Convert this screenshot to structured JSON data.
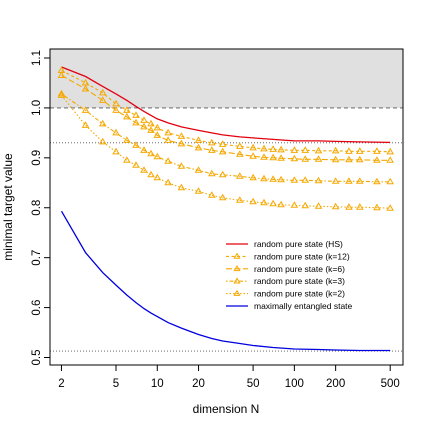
{
  "chart_data": {
    "type": "line",
    "xlabel": "dimension N",
    "ylabel": "minimal target value",
    "x_scale": "log",
    "xlim": [
      1.65,
      620
    ],
    "ylim": [
      0.485,
      1.118
    ],
    "x_ticks": [
      2,
      5,
      10,
      20,
      50,
      100,
      200,
      500
    ],
    "y_ticks": [
      0.5,
      0.6,
      0.7,
      0.8,
      0.9,
      1.0,
      1.1
    ],
    "y_tick_labels": [
      "0.5",
      "0.6",
      "0.7",
      "0.8",
      "0.9",
      "1.0",
      "1.1"
    ],
    "shaded_region": {
      "y_from": 1.0,
      "y_to": 1.118,
      "color": "#e0e0e0"
    },
    "reference_lines": [
      {
        "y": 1.0,
        "style": "dashed",
        "color": "#555555"
      },
      {
        "y": 0.93,
        "style": "dotted",
        "color": "#555555"
      },
      {
        "y": 0.513,
        "style": "dotted",
        "color": "#555555"
      }
    ],
    "legend_position": "center-right",
    "series": [
      {
        "name": "random pure state (HS)",
        "color": "#e3000f",
        "style": "solid",
        "marker": "none",
        "x": [
          2,
          3,
          4,
          5,
          6,
          7,
          8,
          9,
          10,
          12,
          15,
          20,
          25,
          30,
          40,
          50,
          70,
          100,
          150,
          200,
          300,
          500
        ],
        "y": [
          1.082,
          1.063,
          1.043,
          1.028,
          1.015,
          1.003,
          0.993,
          0.985,
          0.978,
          0.97,
          0.962,
          0.955,
          0.95,
          0.946,
          0.942,
          0.94,
          0.937,
          0.934,
          0.934,
          0.933,
          0.932,
          0.931
        ]
      },
      {
        "name": "random pure state (k=12)",
        "color": "#f5a800",
        "style": "dashed",
        "marker": "triangle",
        "x": [
          2,
          3,
          4,
          5,
          6,
          7,
          8,
          9,
          10,
          12,
          15,
          20,
          25,
          30,
          40,
          50,
          60,
          70,
          80,
          100,
          120,
          150,
          200,
          250,
          300,
          400,
          500
        ],
        "y": [
          1.075,
          1.05,
          1.03,
          1.008,
          0.995,
          0.985,
          0.975,
          0.968,
          0.96,
          0.95,
          0.943,
          0.935,
          0.93,
          0.927,
          0.923,
          0.92,
          0.918,
          0.917,
          0.916,
          0.915,
          0.915,
          0.914,
          0.914,
          0.913,
          0.913,
          0.913,
          0.912
        ]
      },
      {
        "name": "random pure state (k=6)",
        "color": "#f5a800",
        "style": "longdash",
        "marker": "triangle",
        "x": [
          2,
          3,
          4,
          5,
          6,
          7,
          8,
          9,
          10,
          12,
          15,
          20,
          25,
          30,
          40,
          50,
          60,
          70,
          80,
          100,
          120,
          150,
          200,
          250,
          300,
          400,
          500
        ],
        "y": [
          1.065,
          1.038,
          1.015,
          0.995,
          0.982,
          0.97,
          0.962,
          0.955,
          0.945,
          0.935,
          0.928,
          0.92,
          0.915,
          0.912,
          0.907,
          0.903,
          0.901,
          0.9,
          0.899,
          0.898,
          0.897,
          0.897,
          0.896,
          0.896,
          0.896,
          0.895,
          0.895
        ]
      },
      {
        "name": "random pure state (k=3)",
        "color": "#f5a800",
        "style": "dotdash",
        "marker": "triangle",
        "x": [
          2,
          3,
          4,
          5,
          6,
          7,
          8,
          9,
          10,
          12,
          15,
          20,
          25,
          30,
          40,
          50,
          60,
          70,
          80,
          100,
          120,
          150,
          200,
          250,
          300,
          400,
          500
        ],
        "y": [
          1.028,
          0.995,
          0.968,
          0.95,
          0.935,
          0.925,
          0.915,
          0.908,
          0.902,
          0.893,
          0.883,
          0.875,
          0.868,
          0.866,
          0.863,
          0.86,
          0.858,
          0.857,
          0.856,
          0.855,
          0.855,
          0.854,
          0.853,
          0.853,
          0.853,
          0.852,
          0.852
        ]
      },
      {
        "name": "random pure state (k=2)",
        "color": "#f5a800",
        "style": "dotted",
        "marker": "triangle",
        "x": [
          2,
          3,
          4,
          5,
          6,
          7,
          8,
          9,
          10,
          12,
          15,
          20,
          25,
          30,
          40,
          50,
          60,
          70,
          80,
          100,
          120,
          150,
          200,
          250,
          300,
          400,
          500
        ],
        "y": [
          1.025,
          0.965,
          0.932,
          0.912,
          0.895,
          0.885,
          0.875,
          0.866,
          0.86,
          0.85,
          0.84,
          0.833,
          0.825,
          0.82,
          0.815,
          0.812,
          0.81,
          0.808,
          0.806,
          0.805,
          0.804,
          0.803,
          0.802,
          0.801,
          0.801,
          0.8,
          0.799
        ]
      },
      {
        "name": "maximally entangled state",
        "color": "#0000e0",
        "style": "solid",
        "marker": "none",
        "x": [
          2,
          3,
          4,
          5,
          6,
          7,
          8,
          9,
          10,
          12,
          15,
          20,
          25,
          30,
          40,
          50,
          70,
          100,
          150,
          200,
          300,
          500
        ],
        "y": [
          0.793,
          0.71,
          0.67,
          0.645,
          0.625,
          0.61,
          0.598,
          0.589,
          0.582,
          0.57,
          0.559,
          0.546,
          0.538,
          0.533,
          0.528,
          0.524,
          0.52,
          0.517,
          0.516,
          0.515,
          0.514,
          0.514
        ]
      }
    ]
  }
}
